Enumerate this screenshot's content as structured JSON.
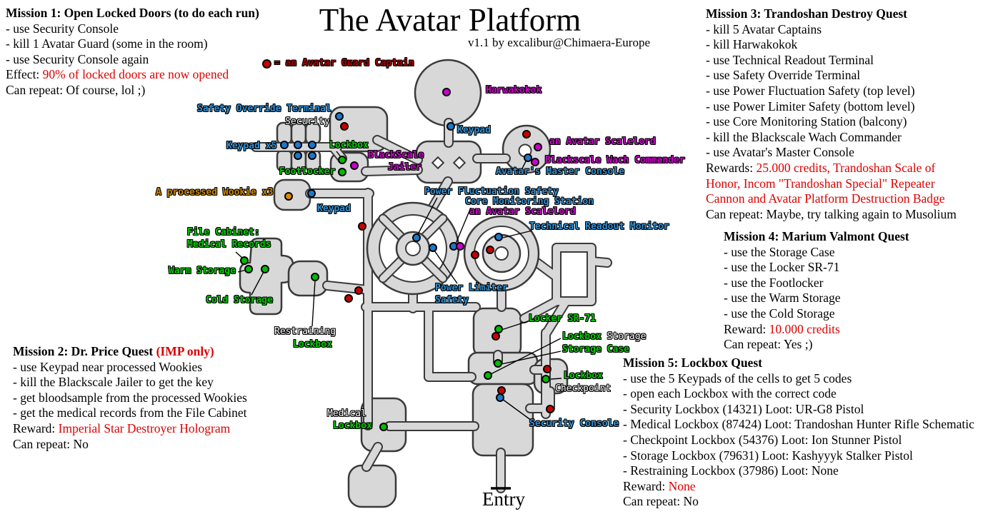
{
  "title": {
    "main": "The Avatar Platform",
    "subtitle": "v1.1 by excalibur@Chimaera-Europe"
  },
  "legend": {
    "text": "= an Avatar Guard Captain",
    "dot_meaning": "an Avatar Guard Captain",
    "dot_color": "#cc0000"
  },
  "missions": {
    "m1": {
      "title": "Mission 1: Open Locked Doors (to do each run)",
      "steps": [
        "- use Security Console",
        "- kill 1 Avatar Guard (some in the room)",
        "- use Security Console again"
      ],
      "effect_label": "Effect: ",
      "effect_value": "90% of locked doors are now opened",
      "repeat": "Can repeat: Of course, lol ;)"
    },
    "m2": {
      "title_black": "Mission 2: Dr. Price Quest ",
      "title_red": "(IMP only)",
      "steps": [
        "- use Keypad near processed Wookies",
        "- kill the Blackscale Jailer to get the key",
        "- get bloodsample from the processed Wookies",
        "- get the medical records from the File Cabinet"
      ],
      "reward_label": "Reward: ",
      "reward_value": "Imperial Star Destroyer Hologram",
      "repeat": "Can repeat: No"
    },
    "m3": {
      "title": "Mission 3: Trandoshan Destroy Quest",
      "steps": [
        "- kill 5 Avatar Captains",
        "- kill Harwakokok",
        "- use Technical Readout Terminal",
        "- use Safety Override Terminal",
        "- use Power Fluctuation Safety (top level)",
        "- use Power Limiter Safety (bottom level)",
        "- use Core Monitoring Station (balcony)",
        "- kill the Blackscale Wach Commander",
        "- use Avatar's Master Console"
      ],
      "rewards_label": "Rewards: ",
      "rewards_red_1": "25.000 credits, Trandoshan Scale of",
      "rewards_red_2": "Honor, Incom \"Trandoshan Special\" Repeater",
      "rewards_red_3": "Cannon and Avatar Platform Destruction Badge",
      "repeat": "Can repeat: Maybe, try talking again to Musolium"
    },
    "m4": {
      "title": "Mission 4: Marium Valmont Quest",
      "steps": [
        "- use the Storage Case",
        "- use the Locker SR-71",
        "- use the Footlocker",
        "- use the Warm Storage",
        "- use the Cold Storage"
      ],
      "reward_label": "Reward: ",
      "reward_value": "10.000 credits",
      "repeat": "Can repeat: Yes ;)"
    },
    "m5": {
      "title": "Mission 5: Lockbox Quest",
      "steps": [
        "- use the 5 Keypads of the cells to get 5 codes",
        "- open each Lockbox with the correct code",
        "- Security Lockbox (14321) Loot: UR-G8 Pistol",
        "- Medical Lockbox (87424) Loot: Trandoshan Hunter Rifle Schematic",
        "- Checkpoint Lockbox (54376) Loot: Ion Stunner Pistol",
        "- Storage Lockbox (79631) Loot: Kashyyyk Stalker Pistol",
        "- Restraining Lockbox (37986) Loot: None"
      ],
      "reward_label": "Reward: ",
      "reward_value": "None",
      "repeat": "Can repeat: No"
    }
  },
  "map": {
    "labels": {
      "safety_override_terminal": "Safety Override Terminal",
      "security_room": "Security",
      "keypad_x5": "Keypad x5",
      "lockbox_cells": "Lockbox",
      "blackscale_line1": "BlackScale",
      "blackscale_line2": "Jailer",
      "footlocker": "Footlocker",
      "wookie": "A processed Wookie x3",
      "keypad_wookie": "Keypad",
      "harwakokok": "Harwakokok",
      "keypad_circle": "Keypad",
      "scalelord_room": "an Avatar Scalelord",
      "wach_commander": "Blackscale Wach Commander",
      "master_console": "Avatar's Master Console",
      "power_fluctuation": "Power Fluctuation Safety",
      "core_monitoring": "Core Monitoring Station",
      "scalelord_center": "an Avatar Scalelord",
      "technical_readout": "Technical Readout Monitor",
      "file_cabinet_line1": "File Cabinet:",
      "file_cabinet_line2": "Medical Records",
      "warm_storage": "Warm Storage",
      "cold_storage": "Cold Storage",
      "power_limiter_line1": "Power Limiter",
      "power_limiter_line2": "Safety",
      "restraining_line1": "Restraining",
      "restraining_line2": "Lockbox",
      "locker_sr71": "Locker SR-71",
      "lockbox_storage_green": "Lockbox",
      "lockbox_storage_white": " Storage",
      "storage_case": "Storage Case",
      "lockbox_checkpoint": "Lockbox",
      "checkpoint": "Checkpoint",
      "medical": "Medical",
      "lockbox_medical": "Lockbox",
      "security_console": "Security Console",
      "entry": "Entry"
    },
    "dot_colors": {
      "avatar_guard_captain": "#cc0000",
      "terminal_keypad_console": "#1b78cc",
      "lockbox_container": "#00bb00",
      "named_npc": "#cc00cc",
      "processed_wookie": "#dd8800"
    },
    "floor_color": "#d8d8d8",
    "wall_color": "#3a3a3a"
  }
}
